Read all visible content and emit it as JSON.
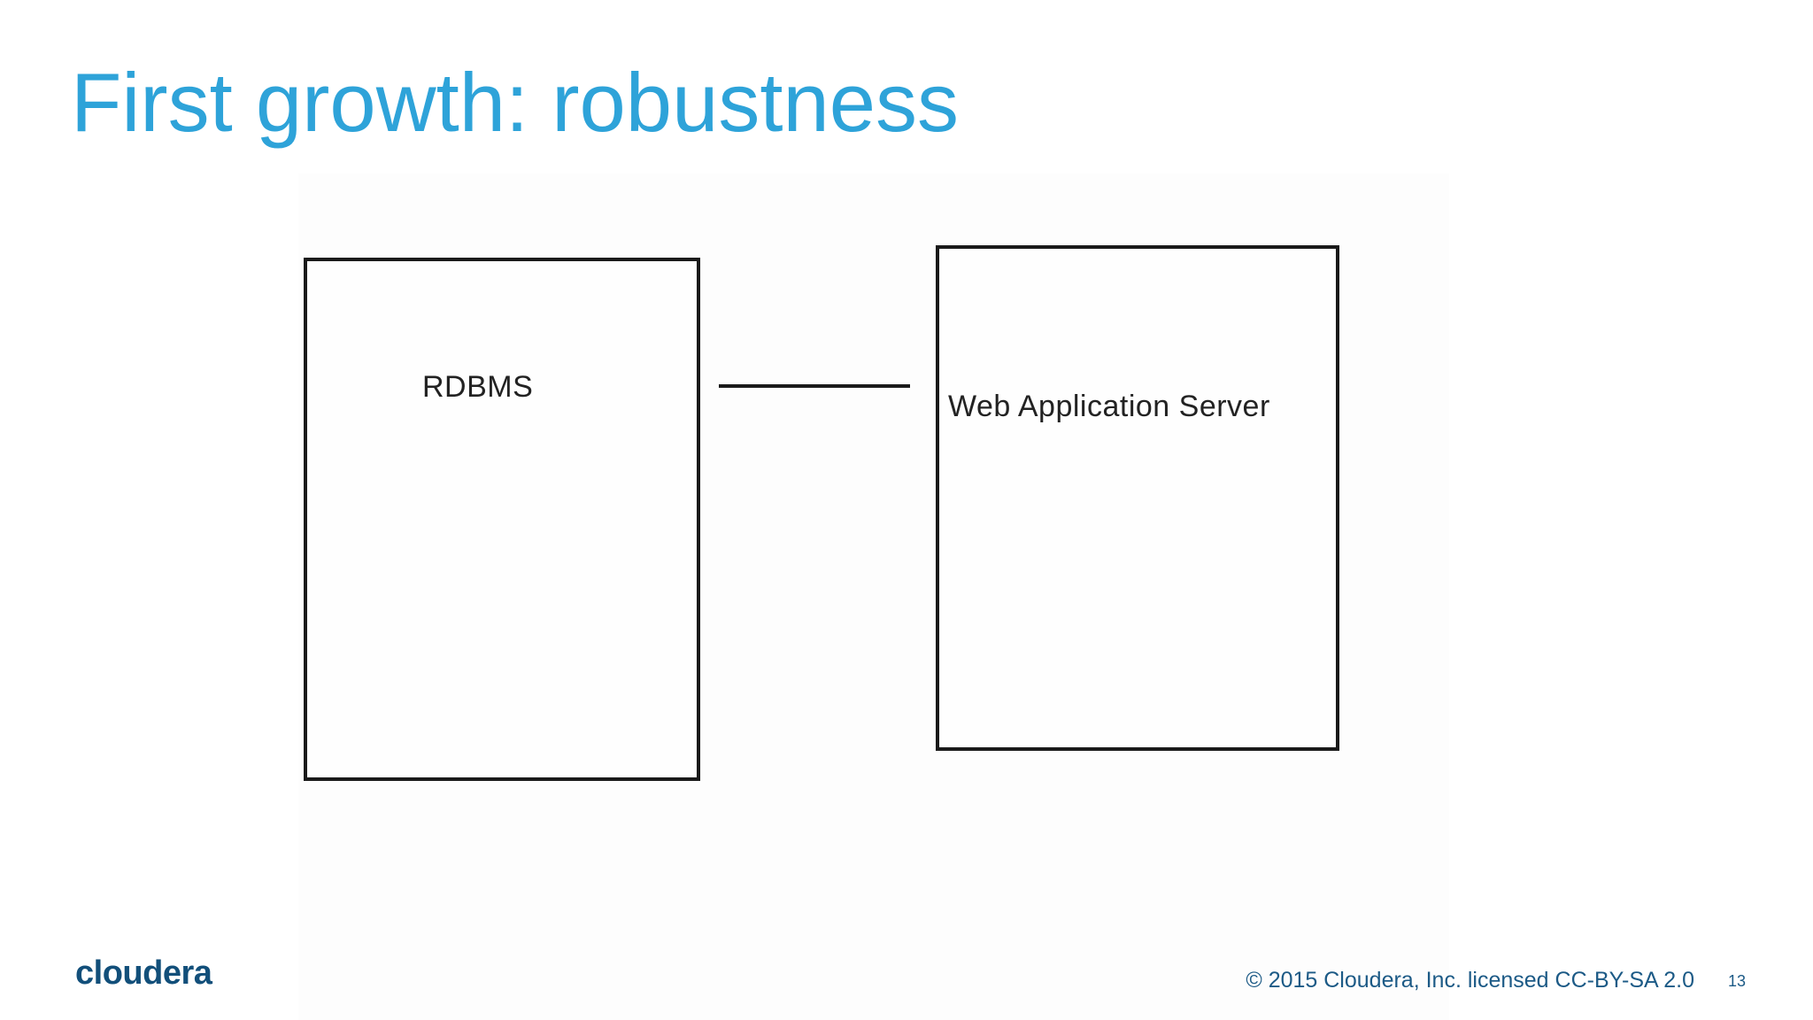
{
  "slide": {
    "title": "First growth: robustness",
    "page_number": "13"
  },
  "diagram": {
    "nodes": [
      {
        "id": "rdbms",
        "label": "RDBMS"
      },
      {
        "id": "web-app-server",
        "label": "Web Application Server"
      }
    ],
    "edges": [
      {
        "from": "rdbms",
        "to": "web-app-server"
      }
    ]
  },
  "footer": {
    "brand": "cloudera",
    "copyright": "© 2015 Cloudera, Inc. licensed CC-BY-SA 2.0"
  },
  "colors": {
    "title": "#2ea3d9",
    "brand": "#124f7a",
    "footer_text": "#1c5a86",
    "box_border": "#1a1a1a"
  }
}
